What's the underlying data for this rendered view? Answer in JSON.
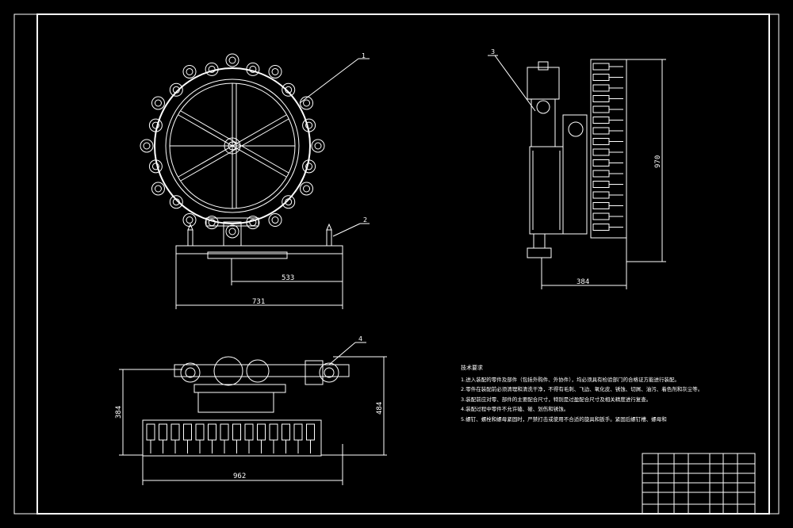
{
  "dimensions": {
    "front_inner": "533",
    "front_total": "731",
    "side_width": "384",
    "side_height": "970",
    "bottom_total": "962",
    "bottom_left": "384",
    "bottom_right": "484"
  },
  "callouts": [
    "1",
    "2",
    "3",
    "4"
  ],
  "notes": {
    "title": "技术要求",
    "items": [
      "1.进入装配的零件及部件（包括外购件、外协件），均必须具有检验部门的合格证方能进行装配。",
      "2.零件在装配前必须清理和清洗干净，不得有毛刺、飞边、氧化皮、锈蚀、切屑、油污、着色剂和灰尘等。",
      "3.装配前应对零、部件的主要配合尺寸，特别是过盈配合尺寸及相关精度进行复查。",
      "4.装配过程中零件不允许磕、碰、划伤和锈蚀。",
      "5.螺钉、螺栓和螺母紧固时，严禁打击或使用不合适的旋具和扳手。紧固后螺钉槽、螺母和"
    ]
  },
  "colors": {
    "background": "#000000",
    "lines": "#ffffff"
  }
}
